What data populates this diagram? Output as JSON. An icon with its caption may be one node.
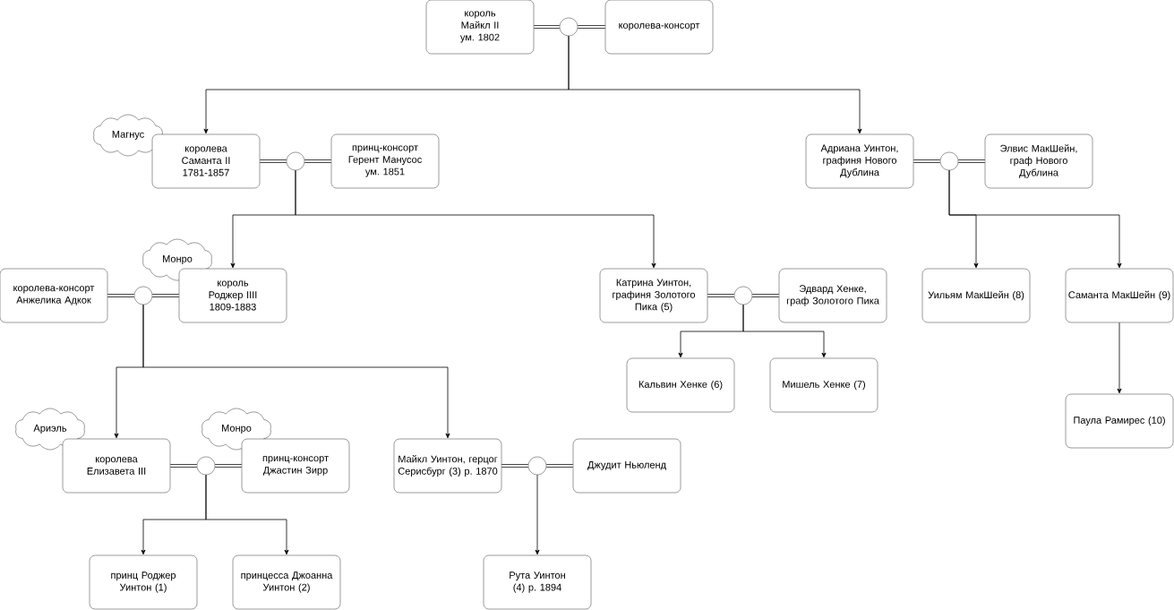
{
  "diagram": {
    "nodes": [
      {
        "text": [
          "король Майкл II ум. 1802"
        ]
      },
      {
        "text": [],
        "shape": "circle"
      },
      {
        "text": [
          "королева-консорт"
        ]
      },
      {
        "text": [
          "Магнус"
        ]
      },
      {
        "text": [
          "королева Саманта II 1781-1857"
        ]
      },
      {
        "text": [],
        "shape": "circle"
      },
      {
        "text": [
          "принц-консорт Герент Манусос ум. 1851"
        ]
      },
      {
        "text": [
          "Адриана Уинтон, графиня Нового Дублина"
        ]
      },
      {
        "text": [],
        "shape": "circle"
      },
      {
        "text": [
          "Элвис МакШейн, граф Нового Дублина"
        ]
      },
      {
        "text": [
          "Монро"
        ]
      },
      {
        "text": [
          "королева-консорт Анжелика Адкок"
        ]
      },
      {
        "text": [],
        "shape": "circle"
      },
      {
        "text": [
          "король Роджер IIII 1809-1883"
        ]
      },
      {
        "text": [
          "Катрина Уинтон, графиня Золотого Пика (5)"
        ]
      },
      {
        "text": [],
        "shape": "circle"
      },
      {
        "text": [
          "Эдвард Хенке, граф Золотого Пика"
        ]
      },
      {
        "text": [
          "Уильям МакШейн (8)"
        ]
      },
      {
        "text": [
          "Саманта МакШейн (9)"
        ]
      },
      {
        "text": [
          "Кальвин Хенке (6)"
        ]
      },
      {
        "text": [
          "Мишель Хенке (7)"
        ]
      },
      {
        "text": [
          "Паула Рамирес (10)"
        ]
      },
      {
        "text": [
          "Ариэль"
        ]
      },
      {
        "text": [
          "Монро"
        ]
      },
      {
        "text": [
          "королева Елизавета III"
        ]
      },
      {
        "text": [],
        "shape": "circle"
      },
      {
        "text": [
          "принц-консорт Джастин Зирр"
        ]
      },
      {
        "text": [
          "Майкл Уинтон, герцог Серисбург (3) р. 1870"
        ]
      },
      {
        "text": [],
        "shape": "circle"
      },
      {
        "text": [
          "Джудит Ньюленд"
        ]
      },
      {
        "text": [
          "принц Роджер Уинтон (1)"
        ]
      },
      {
        "text": [
          "принцесса Джоанна Уинтон (2)"
        ]
      },
      {
        "text": [
          "Рута Уинтон (4) р. 1894"
        ]
      }
    ],
    "edges": [
      {
        "from": 0,
        "to": 1,
        "arrow": "none",
        "style": "thick"
      },
      {
        "from": 1,
        "to": 2,
        "arrow": "none",
        "style": "thick"
      },
      {
        "from": 1,
        "to": 4,
        "arrow": "to"
      },
      {
        "from": 1,
        "to": 7,
        "arrow": "to"
      },
      {
        "from": 4,
        "to": 5,
        "arrow": "none",
        "style": "thick"
      },
      {
        "from": 5,
        "to": 6,
        "arrow": "none",
        "style": "thick"
      },
      {
        "from": 7,
        "to": 8,
        "arrow": "none",
        "style": "thick"
      },
      {
        "from": 8,
        "to": 9,
        "arrow": "none",
        "style": "thick"
      },
      {
        "from": 5,
        "to": 13,
        "arrow": "to"
      },
      {
        "from": 5,
        "to": 14,
        "arrow": "to"
      },
      {
        "from": 8,
        "to": 17,
        "arrow": "to"
      },
      {
        "from": 8,
        "to": 18,
        "arrow": "to"
      },
      {
        "from": 11,
        "to": 12,
        "arrow": "none",
        "style": "thick"
      },
      {
        "from": 12,
        "to": 13,
        "arrow": "none",
        "style": "thick"
      },
      {
        "from": 14,
        "to": 15,
        "arrow": "none",
        "style": "thick"
      },
      {
        "from": 15,
        "to": 16,
        "arrow": "none",
        "style": "thick"
      },
      {
        "from": 15,
        "to": 19,
        "arrow": "to"
      },
      {
        "from": 15,
        "to": 20,
        "arrow": "to"
      },
      {
        "from": 18,
        "to": 21,
        "arrow": "to"
      },
      {
        "from": 12,
        "to": 24,
        "arrow": "to"
      },
      {
        "from": 12,
        "to": 27,
        "arrow": "to"
      },
      {
        "from": 24,
        "to": 25,
        "arrow": "none",
        "style": "thick"
      },
      {
        "from": 25,
        "to": 26,
        "arrow": "none",
        "style": "thick"
      },
      {
        "from": 27,
        "to": 28,
        "arrow": "none",
        "style": "thick"
      },
      {
        "from": 28,
        "to": 29,
        "arrow": "none",
        "style": "thick"
      },
      {
        "from": 25,
        "to": 30,
        "arrow": "to"
      },
      {
        "from": 25,
        "to": 31,
        "arrow": "to"
      },
      {
        "from": 28,
        "to": 32,
        "arrow": "to"
      }
    ]
  }
}
